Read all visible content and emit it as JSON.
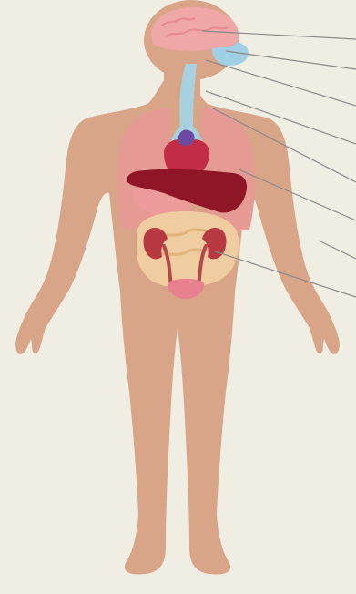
{
  "colors": {
    "background": "#f0ede3",
    "skin": "#d9a588",
    "skin_shadow": "#cf9678",
    "brain": "#f0a7a7",
    "brain_fold": "#e58a8e",
    "airway": "#a8d1df",
    "sinus": "#9fd0e6",
    "lung": "#e59a94",
    "lung_inner": "#ec8d8a",
    "heart": "#c22c44",
    "heart_vessel": "#6d4aa1",
    "liver": "#8f1626",
    "stomach": "#ec9a9a",
    "intestine": "#f0cda0",
    "kidney": "#b83841",
    "ureter": "#b54848",
    "bladder": "#e8808e",
    "leader_line": "#8a8a8a"
  },
  "organs": [
    {
      "id": "brain",
      "icon": "brain-icon"
    },
    {
      "id": "sinus",
      "icon": "sinus-icon"
    },
    {
      "id": "airway",
      "icon": "trachea-icon"
    },
    {
      "id": "lungs",
      "icon": "lungs-icon"
    },
    {
      "id": "heart",
      "icon": "heart-icon"
    },
    {
      "id": "liver",
      "icon": "liver-icon"
    },
    {
      "id": "stomach",
      "icon": "stomach-icon"
    },
    {
      "id": "intestines",
      "icon": "intestines-icon"
    },
    {
      "id": "kidneys",
      "icon": "kidneys-icon"
    },
    {
      "id": "bladder",
      "icon": "bladder-icon"
    }
  ]
}
